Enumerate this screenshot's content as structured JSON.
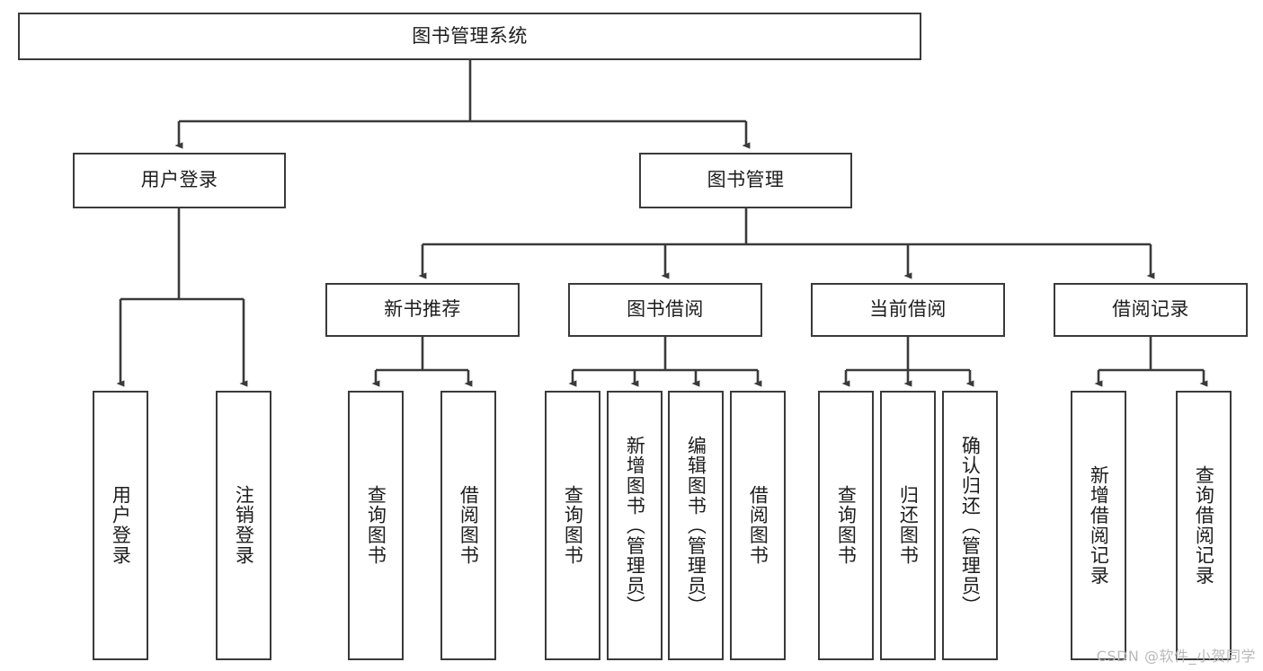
{
  "diagram": {
    "title": "图书管理系统",
    "type": "tree",
    "watermark": "CSDN @软件_小贺同学",
    "colors": {
      "box_border": "#3a3a3a",
      "box_fill": "#ffffff",
      "edge": "#3a3a3a",
      "text": "#1d1d1d",
      "watermark": "#b9b9b9"
    },
    "levels": {
      "root": {
        "label": "图书管理系统"
      },
      "level2": [
        {
          "label": "用户登录"
        },
        {
          "label": "图书管理"
        }
      ],
      "level3": [
        {
          "label": "新书推荐"
        },
        {
          "label": "图书借阅"
        },
        {
          "label": "当前借阅"
        },
        {
          "label": "借阅记录"
        }
      ],
      "leaves": [
        {
          "label": "用户登录",
          "parent": "用户登录"
        },
        {
          "label": "注销登录",
          "parent": "用户登录"
        },
        {
          "label": "查询图书",
          "parent": "新书推荐"
        },
        {
          "label": "借阅图书",
          "parent": "新书推荐"
        },
        {
          "label": "查询图书",
          "parent": "图书借阅"
        },
        {
          "label": "新增图书（管理员）",
          "parent": "图书借阅"
        },
        {
          "label": "编辑图书（管理员）",
          "parent": "图书借阅"
        },
        {
          "label": "借阅图书",
          "parent": "图书借阅"
        },
        {
          "label": "查询图书",
          "parent": "当前借阅"
        },
        {
          "label": "归还图书",
          "parent": "当前借阅"
        },
        {
          "label": "确认归还（管理员）",
          "parent": "当前借阅"
        },
        {
          "label": "新增借阅记录",
          "parent": "借阅记录"
        },
        {
          "label": "查询借阅记录",
          "parent": "借阅记录"
        }
      ]
    }
  }
}
